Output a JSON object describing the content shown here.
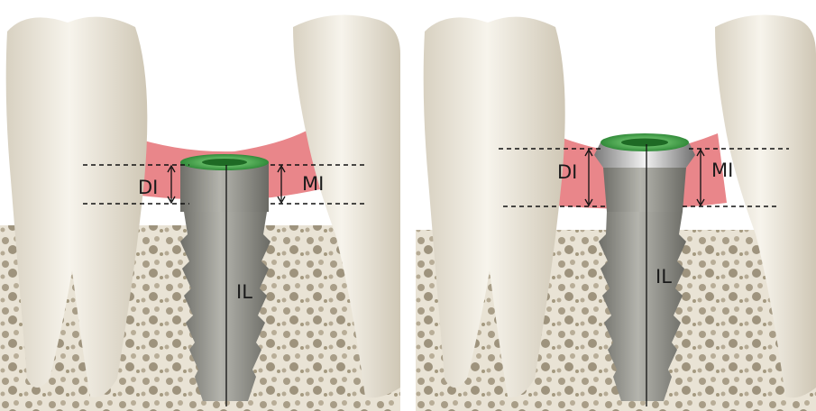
{
  "panels": [
    {
      "id": "left",
      "labels": {
        "distal": "DI",
        "mesial": "MI",
        "implant_length": "IL"
      }
    },
    {
      "id": "right",
      "labels": {
        "distal": "DI",
        "mesial": "MI",
        "implant_length": "IL"
      }
    }
  ],
  "colors": {
    "gingiva": "#e9868a",
    "tooth_enamel": "#f3efe4",
    "bone": "#d8d0be",
    "implant_metal": "#9b9b93",
    "implant_cap": "#49b84a",
    "collar_chrome": "#c9c9c9"
  }
}
